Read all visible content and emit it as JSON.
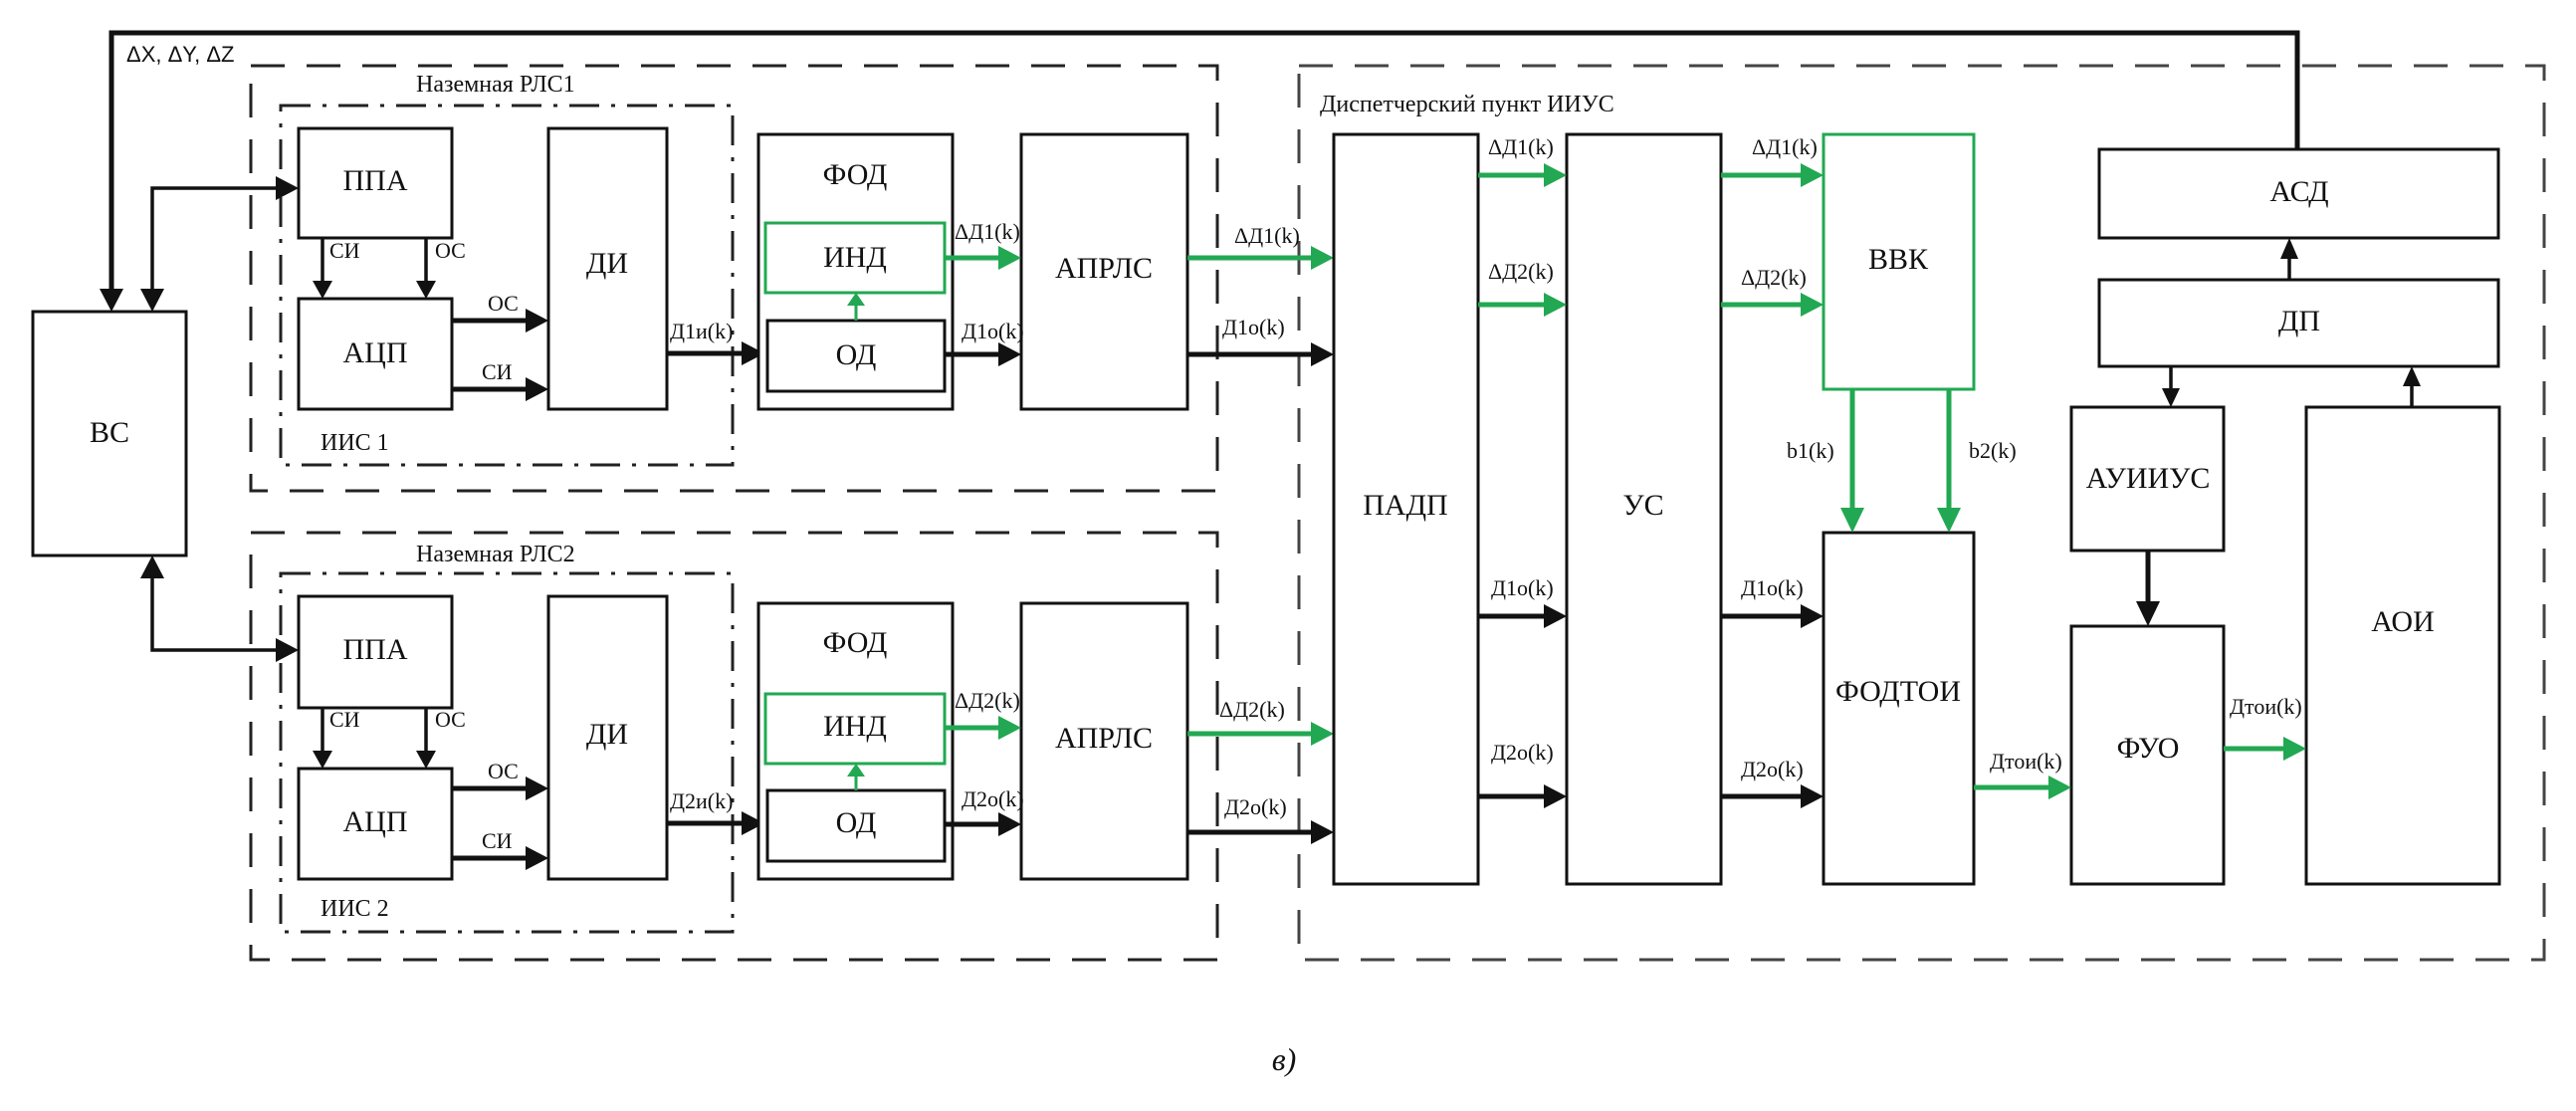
{
  "caption": "в)",
  "feedback_label": "ΔX, ΔY, ΔZ",
  "groups": {
    "radar1": "Наземная РЛС1",
    "radar2": "Наземная РЛС2",
    "iis1": "ИИС 1",
    "iis2": "ИИС 2",
    "dispatch": "Диспетчерский пункт ИИУС"
  },
  "blocks": {
    "vs": "ВС",
    "ppa": "ППА",
    "acp": "АЦП",
    "di": "ДИ",
    "fod": "ФОД",
    "ind": "ИНД",
    "od": "ОД",
    "aprls": "АПРЛС",
    "padp": "ПАДП",
    "us": "УС",
    "vvk": "ВВК",
    "fodtoi": "ФОДТОИ",
    "asd": "АСД",
    "dp": "ДП",
    "auiius": "АУИИУС",
    "fuo": "ФУО",
    "aoi": "АОИ"
  },
  "signals": {
    "si": "СИ",
    "os": "ОС",
    "d1i": "Д1и(k)",
    "d2i": "Д2и(k)",
    "d1o": "Д1о(k)",
    "d2o": "Д2о(k)",
    "dd1": "ΔД1(k)",
    "dd2": "ΔД2(k)",
    "b1": "b1(k)",
    "b2": "b2(k)",
    "dtoi": "Дтои(k)"
  },
  "colors": {
    "green_path": "#22a852",
    "black_path": "#111111"
  }
}
